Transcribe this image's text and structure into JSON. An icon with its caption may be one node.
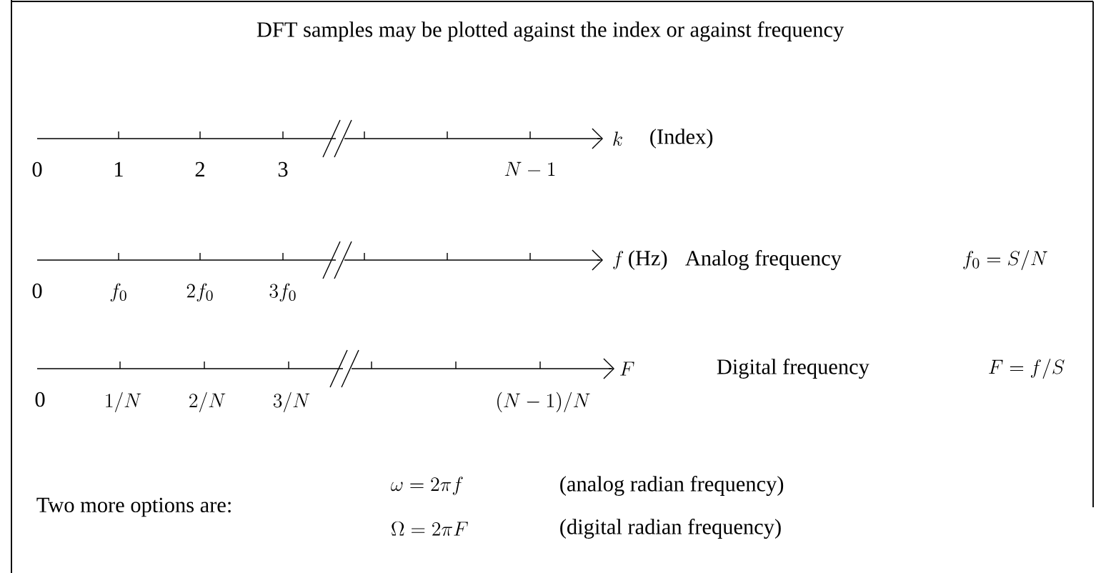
{
  "diagram": {
    "title": "DFT samples may be plotted against the index or against frequency",
    "labels": [
      "0",
      "1",
      "2",
      "3",
      "N -1",
      "k",
      "(Index)",
      "0",
      "f_0",
      "2f_0",
      "3f_0",
      "f",
      "(Hz)",
      "Analog frequency",
      "f_0 = S/N",
      "0",
      "1/N",
      "2/N",
      "3/N",
      "(N-1)/N",
      "F",
      "Digital frequency",
      "F = f/S",
      "Two more options are:",
      "\\omega = 2\\pi f",
      "(analog radian frequency)",
      "\\Omega = 2\\pi F",
      "(digital radian frequency)"
    ]
  }
}
